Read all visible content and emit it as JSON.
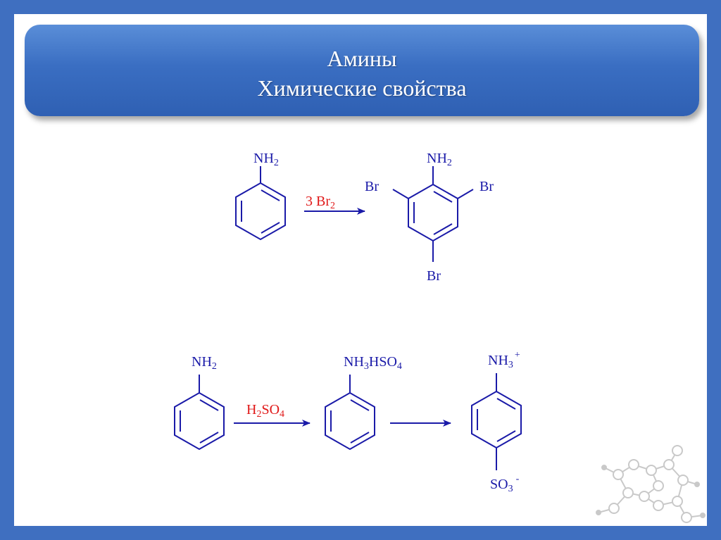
{
  "title": {
    "line1": "Амины",
    "line2": "Химические свойства"
  },
  "reaction1": {
    "reactant_group": "NH",
    "reactant_group_sub": "2",
    "reagent": "3 Br",
    "reagent_sub": "2",
    "product_group": "NH",
    "product_group_sub": "2",
    "br_left": "Br",
    "br_right": "Br",
    "br_bottom": "Br"
  },
  "reaction2": {
    "reactant_group": "NH",
    "reactant_group_sub": "2",
    "reagent_h": "H",
    "reagent_sub1": "2",
    "reagent_so": "SO",
    "reagent_sub2": "4",
    "intermediate_nh": "NH",
    "intermediate_sub1": "3",
    "intermediate_hso": "HSO",
    "intermediate_sub2": "4",
    "product_nh": "NH",
    "product_nh_sub": "3",
    "product_nh_charge": "+",
    "product_so": "SO",
    "product_so_sub": "3",
    "product_so_charge": "-"
  },
  "colors": {
    "background": "#3f6fc0",
    "banner": "#3a6ec2",
    "structure": "#1a1aa8",
    "reagent": "#e01818"
  }
}
